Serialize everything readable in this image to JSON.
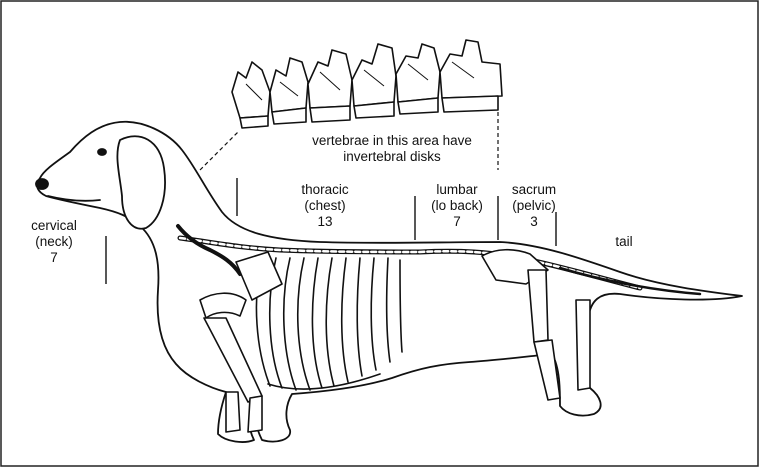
{
  "annotation": {
    "line1": "vertebrae in this area have",
    "line2": "invertebral disks"
  },
  "regions": {
    "cervical": {
      "name": "cervical",
      "alt": "(neck)",
      "count": "7"
    },
    "thoracic": {
      "name": "thoracic",
      "alt": "(chest)",
      "count": "13"
    },
    "lumbar": {
      "name": "lumbar",
      "alt": "(lo back)",
      "count": "7"
    },
    "sacrum": {
      "name": "sacrum",
      "alt": "(pelvic)",
      "count": "3"
    },
    "tail": {
      "name": "tail"
    }
  },
  "icons": {
    "illustration": "dachshund-skeleton-illustration",
    "vertebrae": "vertebrae-closeup-illustration"
  }
}
